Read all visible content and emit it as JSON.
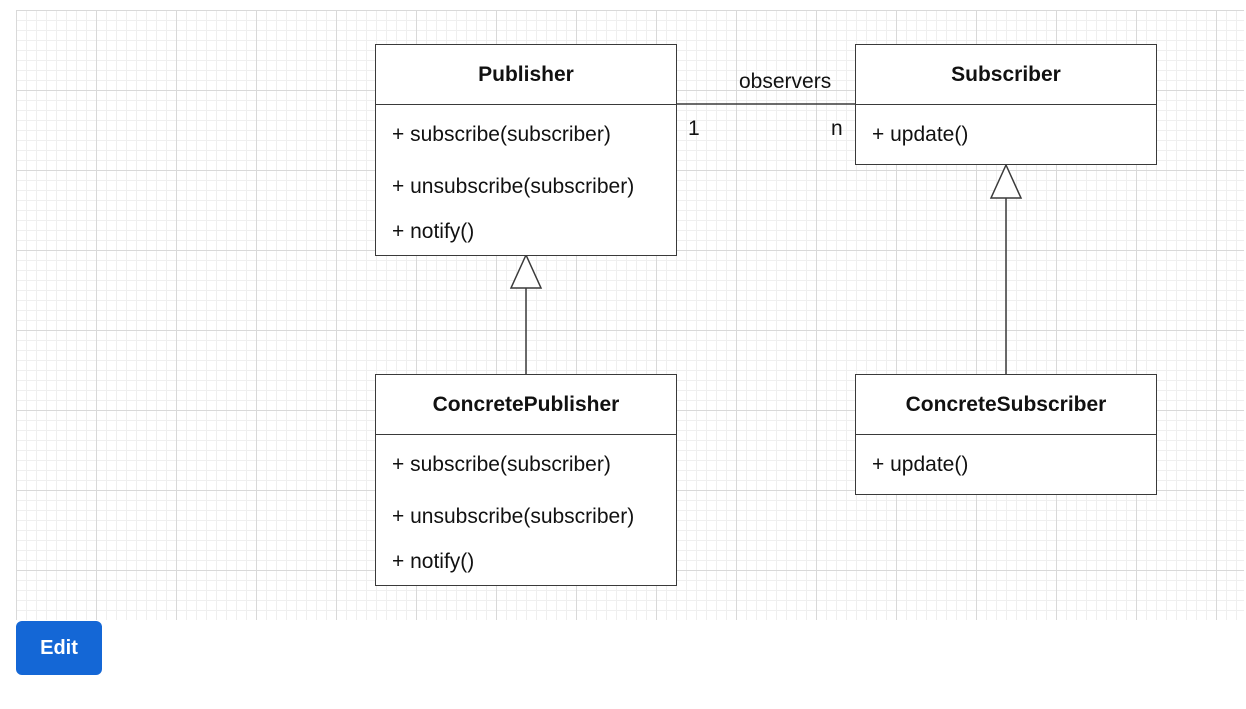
{
  "diagram": {
    "classes": {
      "publisher": {
        "name": "Publisher",
        "members": [
          "+ subscribe(subscriber)",
          "+ unsubscribe(subscriber)",
          "+ notify()"
        ]
      },
      "subscriber": {
        "name": "Subscriber",
        "members": [
          "+ update()"
        ]
      },
      "concrete_publisher": {
        "name": "ConcretePublisher",
        "members": [
          "+ subscribe(subscriber)",
          "+ unsubscribe(subscriber)",
          "+ notify()"
        ]
      },
      "concrete_subscriber": {
        "name": "ConcreteSubscriber",
        "members": [
          "+ update()"
        ]
      }
    },
    "association": {
      "role": "observers",
      "source_multiplicity": "1",
      "target_multiplicity": "n"
    }
  },
  "toolbar": {
    "edit_label": "Edit"
  },
  "colors": {
    "line": "#3a3a3a",
    "button": "#1467d6",
    "grid": "#d9d9d9"
  }
}
